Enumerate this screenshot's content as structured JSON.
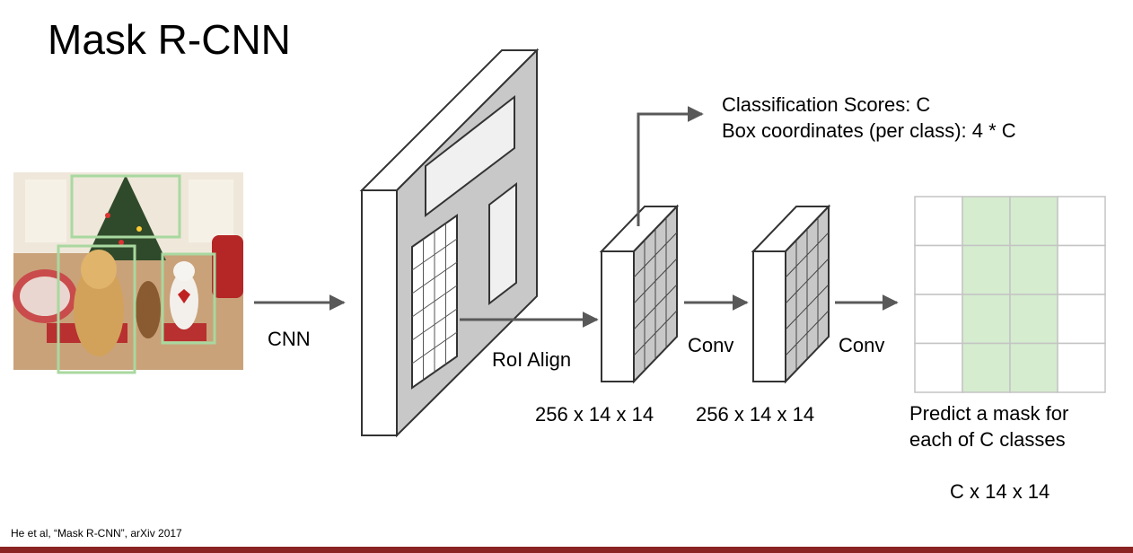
{
  "title": "Mask R-CNN",
  "labels": {
    "cnn": "CNN",
    "roi_align": "RoI Align",
    "conv1": "Conv",
    "conv2": "Conv",
    "cls_scores": "Classification Scores: C",
    "box_coords": "Box coordinates (per class): 4 * C",
    "dims1": "256 x 14 x 14",
    "dims2": "256 x 14 x 14",
    "predict_line1": "Predict a mask for",
    "predict_line2": "each of C classes",
    "mask_dims": "C x 14 x 14"
  },
  "citation": "He et al, “Mask R-CNN”, arXiv 2017",
  "colors": {
    "accent_bar": "#8b2323",
    "box_green": "#a9d8a0",
    "mask_green": "#d5eccf",
    "feature_gray": "#c8c8c8",
    "arrow": "#595959"
  },
  "mask_grid": {
    "rows": 4,
    "cols": 4,
    "highlighted_cols": [
      1,
      2
    ]
  }
}
